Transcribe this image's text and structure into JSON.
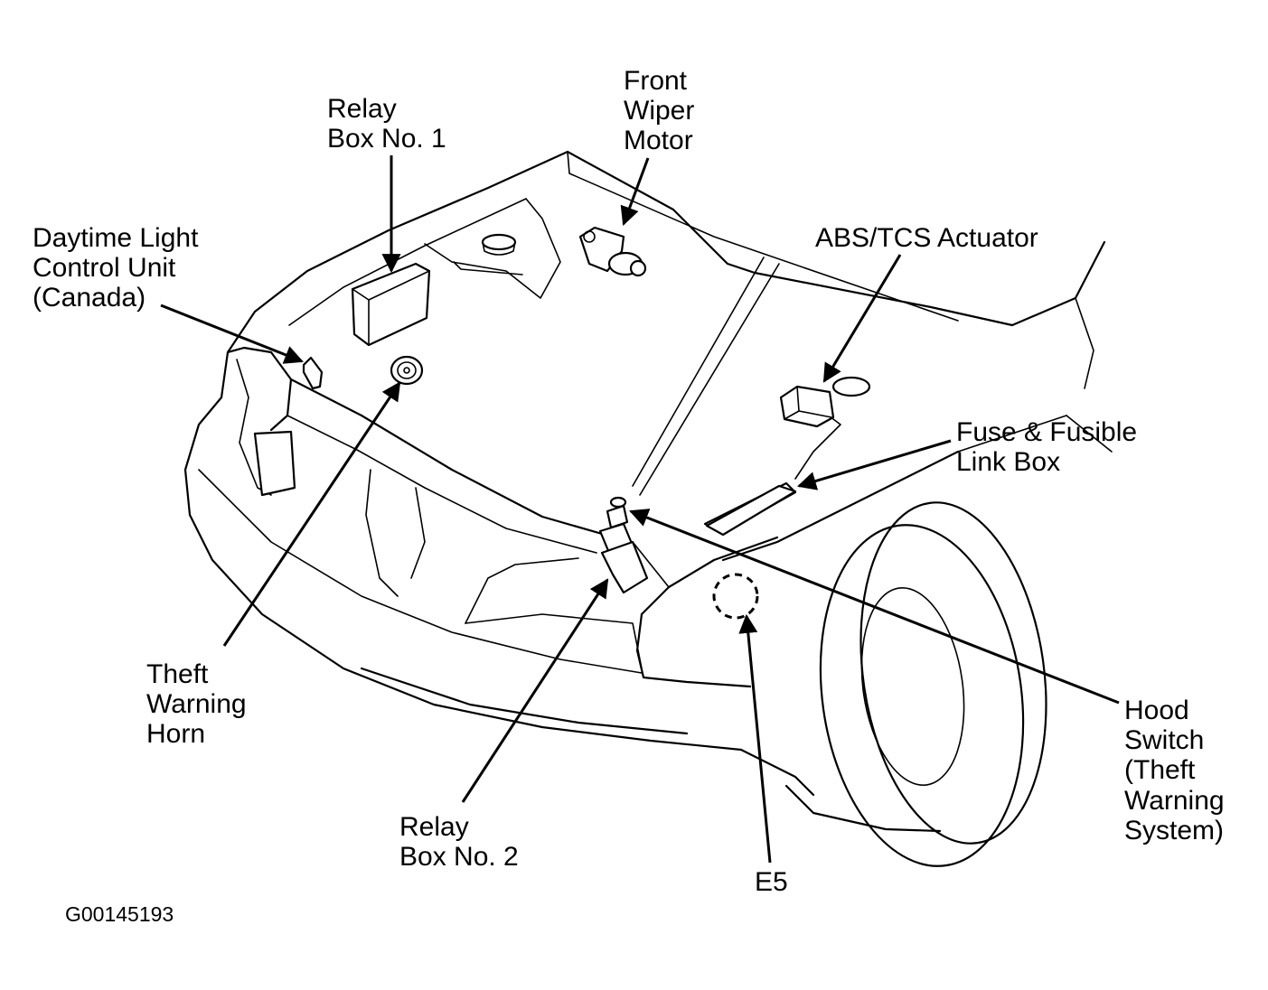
{
  "labels": {
    "relay_box_1": [
      "Relay",
      "Box No. 1"
    ],
    "front_wiper_motor": [
      "Front",
      "Wiper",
      "Motor"
    ],
    "daytime_light": [
      "Daytime Light",
      "Control Unit",
      "(Canada)"
    ],
    "abs_tcs": [
      "ABS/TCS Actuator"
    ],
    "fuse_box": [
      "Fuse & Fusible",
      "Link Box"
    ],
    "theft_horn": [
      "Theft",
      "Warning",
      "Horn"
    ],
    "hood_switch": [
      "Hood",
      "Switch",
      "(Theft",
      "Warning",
      "System)"
    ],
    "relay_box_2": [
      "Relay",
      "Box No. 2"
    ],
    "e5": [
      "E5"
    ]
  },
  "figure_id": "G00145193"
}
